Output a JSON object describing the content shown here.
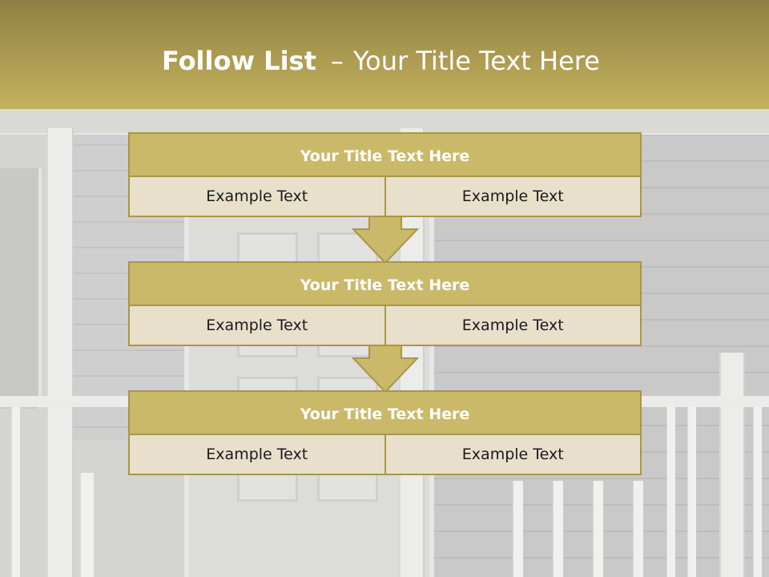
{
  "slide": {
    "title_bold": "Follow List",
    "title_dash": "–",
    "title_rest": "Your Title Text Here"
  },
  "blocks": [
    {
      "title": "Your Title Text Here",
      "cells": [
        "Example Text",
        "Example Text"
      ]
    },
    {
      "title": "Your Title Text Here",
      "cells": [
        "Example Text",
        "Example Text"
      ]
    },
    {
      "title": "Your Title Text Here",
      "cells": [
        "Example Text",
        "Example Text"
      ]
    }
  ],
  "colors": {
    "header_gold": "#c4b25e",
    "block_title_fill": "#cbb96a",
    "cell_fill": "#e8e0cb",
    "border": "#a8964a",
    "title_text": "#ffffff"
  },
  "icons": [
    "down-arrow-icon",
    "down-arrow-icon"
  ]
}
